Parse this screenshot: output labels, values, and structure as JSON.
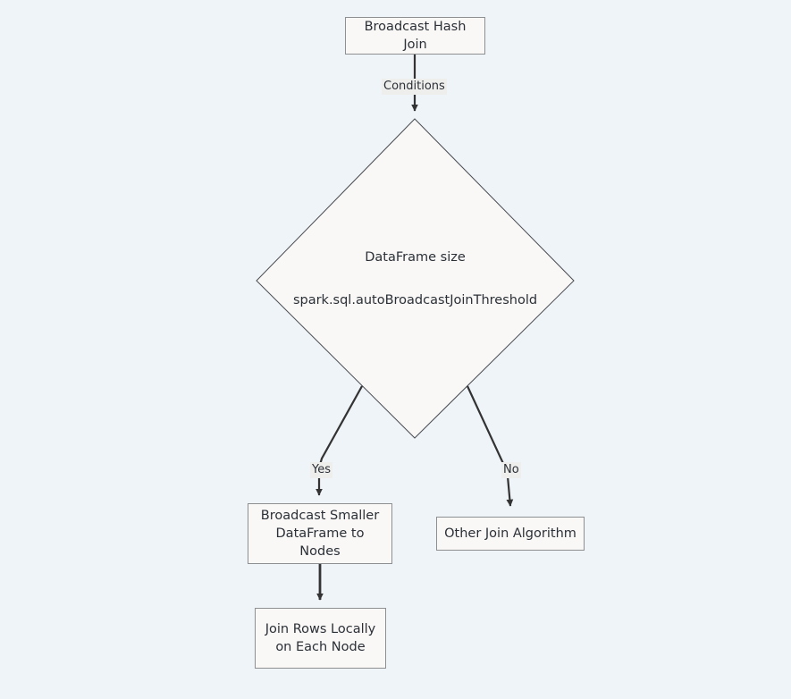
{
  "diagram": {
    "type": "flowchart",
    "title_node": "Broadcast Hash Join",
    "background_color": "#eff4f8",
    "node_fill_color": "#f9f8f7",
    "node_border_color": "#8d8f91",
    "edge_color": "#333333",
    "text_color": "#2b3036",
    "nodes": [
      {
        "id": "start",
        "shape": "rectangle",
        "label": "Broadcast Hash Join"
      },
      {
        "id": "decision",
        "shape": "diamond",
        "label": "DataFrame size\nspark.sql.autoBroadcastJoinThreshold",
        "label_line_1": "DataFrame size",
        "label_line_2": "spark.sql.autoBroadcastJoinThreshold"
      },
      {
        "id": "broadcast",
        "shape": "rectangle",
        "label": "Broadcast Smaller\nDataFrame to Nodes"
      },
      {
        "id": "other-join",
        "shape": "rectangle",
        "label": "Other Join Algorithm"
      },
      {
        "id": "join-local",
        "shape": "rectangle",
        "label": "Join Rows Locally\non Each Node"
      }
    ],
    "edges": [
      {
        "id": "start-to-decision",
        "from": "start",
        "to": "decision",
        "label": "Conditions"
      },
      {
        "id": "decision-to-broadcast",
        "from": "decision",
        "to": "broadcast",
        "label": "Yes"
      },
      {
        "id": "decision-to-other-join",
        "from": "decision",
        "to": "other-join",
        "label": "No"
      },
      {
        "id": "broadcast-to-join-local",
        "from": "broadcast",
        "to": "join-local",
        "label": ""
      }
    ]
  }
}
